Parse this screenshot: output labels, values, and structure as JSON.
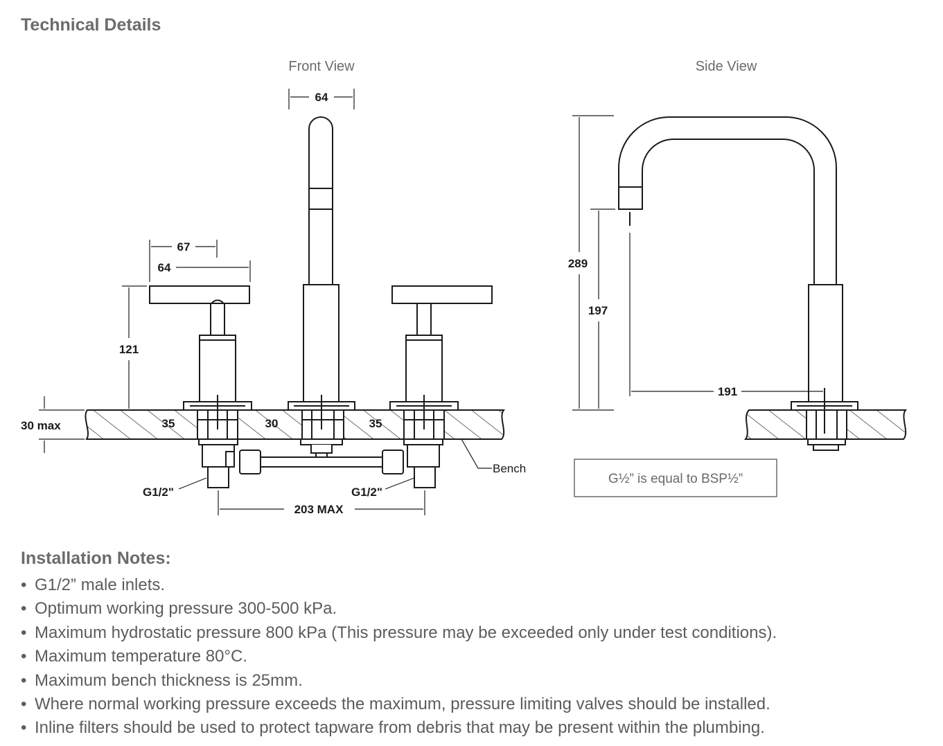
{
  "header": {
    "title": "Technical Details"
  },
  "diagram": {
    "front_view_label": "Front View",
    "side_view_label": "Side View",
    "front": {
      "spout_width": "64",
      "handle_width": "67",
      "handle_stem_width": "64",
      "handle_height": "121",
      "bench_thickness": "30 max",
      "left_offset": "35",
      "center_offset": "30",
      "right_offset": "35",
      "bench_label": "Bench",
      "inlet_left": "G1/2\"",
      "inlet_right": "G1/2\"",
      "span": "203 MAX"
    },
    "side": {
      "total_height": "289",
      "outlet_height": "197",
      "reach": "191",
      "note": "G½” is equal to BSP½”"
    }
  },
  "installation": {
    "title": "Installation Notes:",
    "bullet": "•",
    "items": [
      "G1/2” male inlets.",
      "Optimum working pressure 300-500 kPa.",
      "Maximum hydrostatic pressure 800 kPa (This pressure may be exceeded only under test conditions).",
      "Maximum temperature 80°C.",
      "Maximum bench thickness is 25mm.",
      "Where normal working pressure exceeds the maximum, pressure limiting valves should be installed.",
      "Inline filters should be used to protect tapware from debris that may be present within the plumbing."
    ]
  }
}
